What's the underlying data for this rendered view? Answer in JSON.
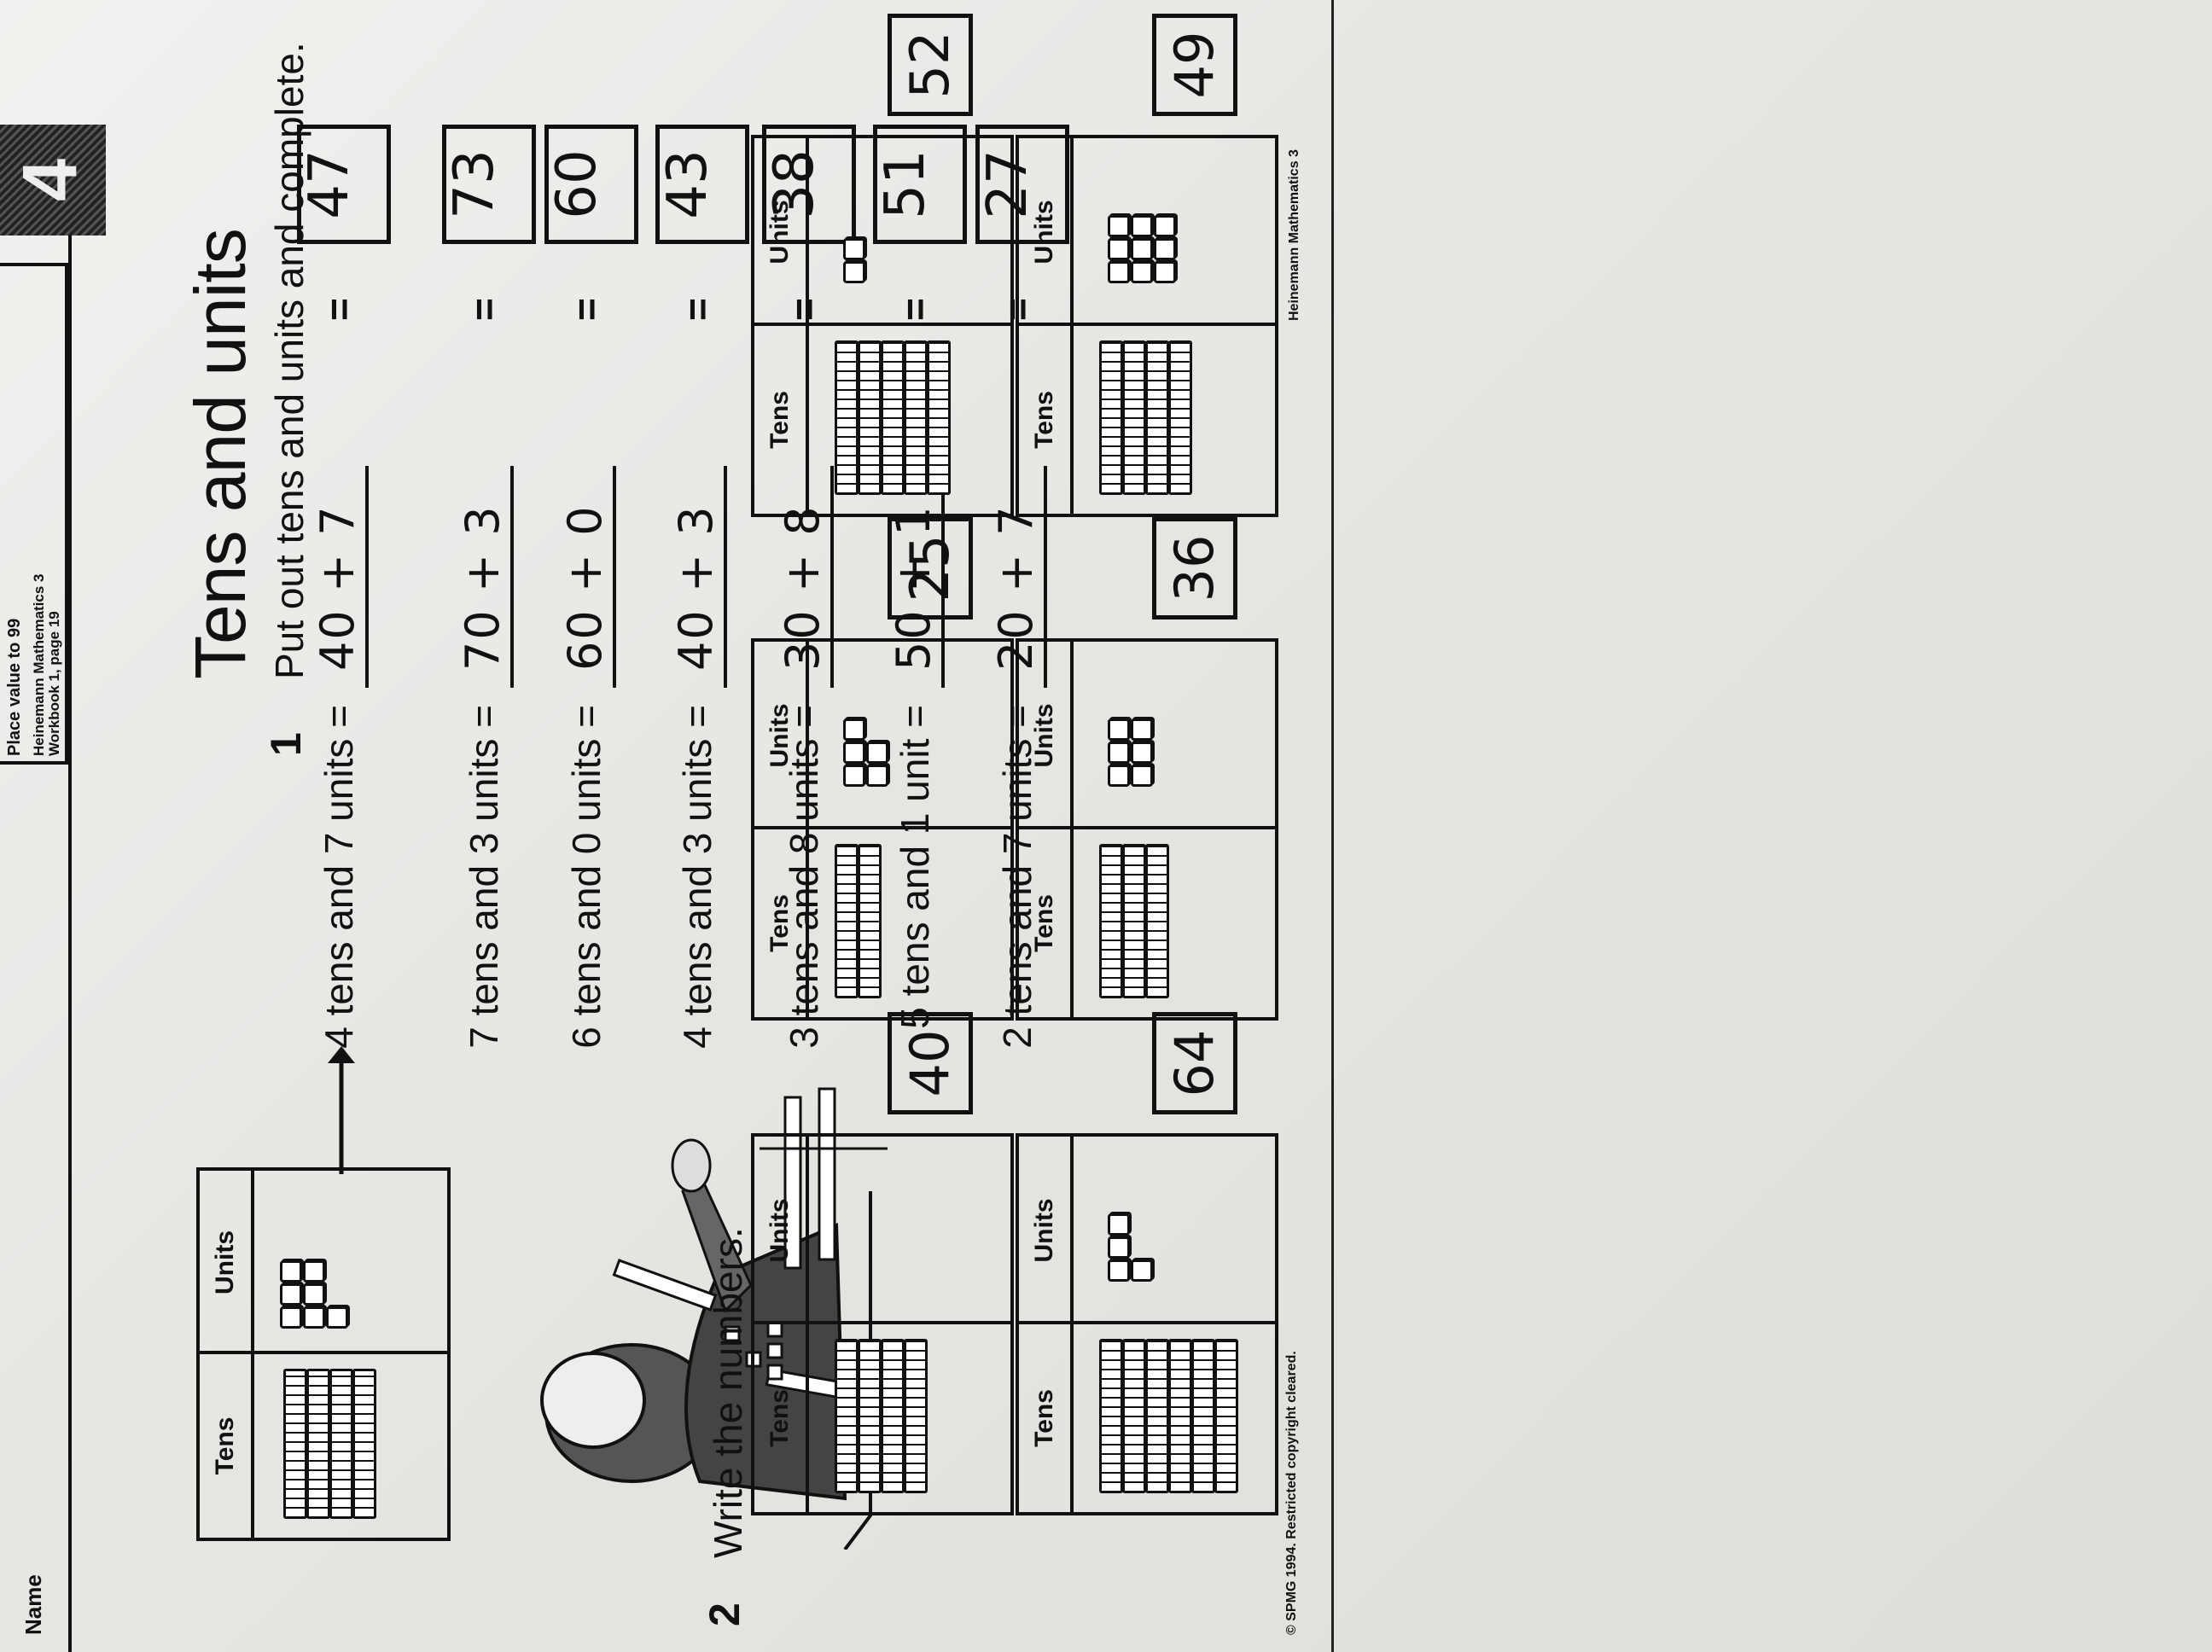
{
  "header": {
    "name_label": "Name",
    "topic": "Place value to 99",
    "reference_line1": "Heinemann Mathematics 3",
    "reference_line2": "Workbook 1, page 19",
    "page_badge": "4"
  },
  "title": "Tens and units",
  "example_table": {
    "tens_label": "Tens",
    "units_label": "Units",
    "tens": 4,
    "units": 7
  },
  "question1": {
    "number": "1",
    "instruction": "Put out tens and units and complete.",
    "rows": [
      {
        "label": "4 tens and 7 units =",
        "expansion": "40 + 7",
        "equals": "=",
        "answer": "47"
      },
      {
        "label": "7 tens and 3 units =",
        "expansion": "70 + 3",
        "equals": "=",
        "answer": "73"
      },
      {
        "label": "6 tens and 0 units =",
        "expansion": "60 + 0",
        "equals": "=",
        "answer": "60"
      },
      {
        "label": "4 tens and 3 units =",
        "expansion": "40 + 3",
        "equals": "=",
        "answer": "43"
      },
      {
        "label": "3 tens and 8 units =",
        "expansion": "30 + 8",
        "equals": "=",
        "answer": "38"
      },
      {
        "label": "5 tens and 1 unit =",
        "expansion": "50 + 1",
        "equals": "=",
        "answer": "51"
      },
      {
        "label": "2 tens and 7 units =",
        "expansion": "20 + 7",
        "equals": "=",
        "answer": "27"
      }
    ]
  },
  "question2": {
    "number": "2",
    "instruction": "Write the numbers.",
    "tens_label": "Tens",
    "units_label": "Units",
    "items": [
      {
        "tens": 4,
        "units": 0,
        "answer": "40"
      },
      {
        "tens": 2,
        "units": 5,
        "answer": "25"
      },
      {
        "tens": 5,
        "units": 2,
        "answer": "52"
      },
      {
        "tens": 6,
        "units": 4,
        "answer": "64"
      },
      {
        "tens": 3,
        "units": 6,
        "answer": "36"
      },
      {
        "tens": 4,
        "units": 9,
        "answer": "49"
      }
    ]
  },
  "footer": {
    "copyright": "© SPMG 1994. Restricted copyright cleared.",
    "publisher": "Heinemann Mathematics 3"
  }
}
